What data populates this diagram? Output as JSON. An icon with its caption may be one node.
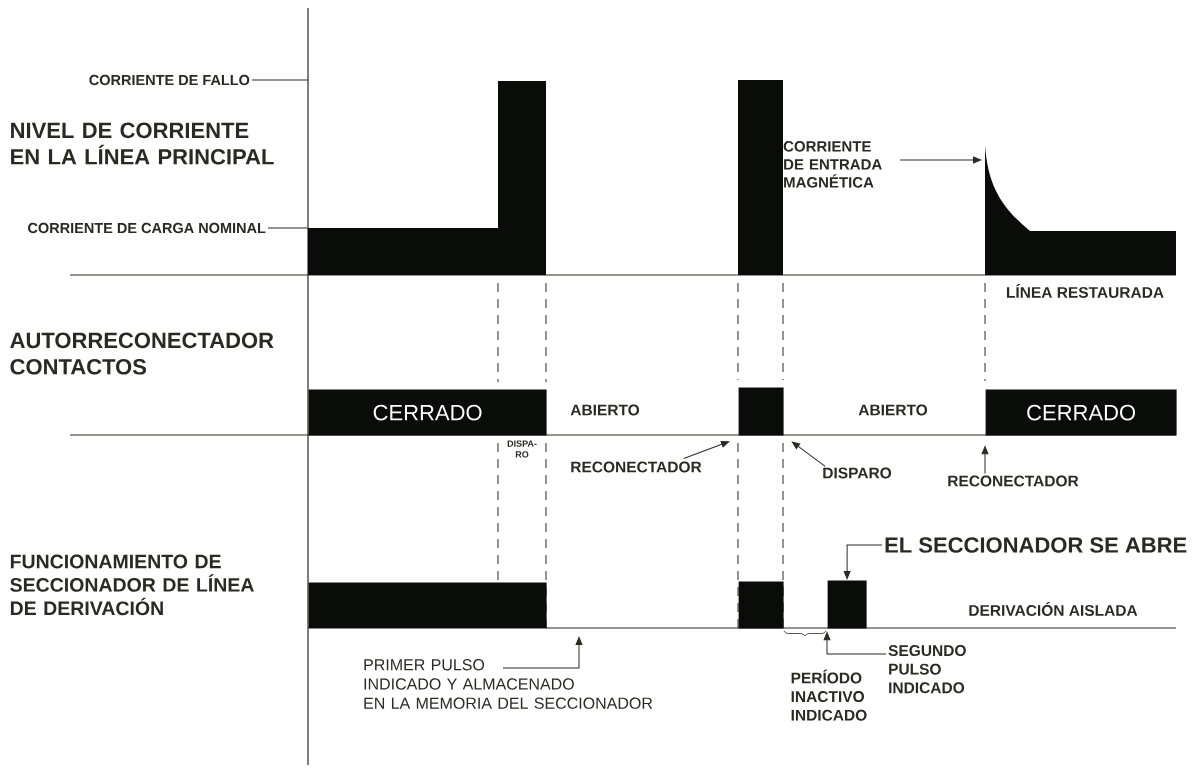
{
  "diagram": {
    "nodes": [
      {
        "text": [
          "CORRIENTE DE FALLO"
        ]
      },
      {
        "text": [
          "CORRIENTE DE CARGA NOMINAL"
        ]
      },
      {
        "text": [
          "CORRIENTE DE ENTRADA MAGNÉTICA"
        ]
      },
      {
        "text": [
          "CERRADO"
        ]
      },
      {
        "text": [],
        "shape": "bar"
      },
      {
        "text": [
          "CERRADO"
        ]
      },
      {
        "text": [
          "RECONECTADOR"
        ]
      },
      {
        "text": [
          "DISPARO"
        ]
      },
      {
        "text": [
          "RECONECTADOR"
        ]
      },
      {
        "text": [
          "EL SECCIONADOR SE ABRE"
        ]
      },
      {
        "text": [],
        "shape": "bar"
      },
      {
        "text": [],
        "shape": "bar"
      },
      {
        "text": [],
        "shape": "bar"
      },
      {
        "text": [
          "PRIMER PULSO INDICADO Y ALMACENADO EN LA MEMORIA DEL SECCIONADOR"
        ]
      },
      {
        "text": [
          "SEGUNDO PULSO INDICADO"
        ]
      }
    ],
    "edges": [
      {
        "from": 0,
        "to": null,
        "arrow": "none"
      },
      {
        "from": 1,
        "to": null,
        "arrow": "none"
      },
      {
        "from": 2,
        "to": null,
        "arrow": "to"
      },
      {
        "from": 6,
        "to": 4,
        "arrow": "to"
      },
      {
        "from": 7,
        "to": 4,
        "arrow": "to"
      },
      {
        "from": 8,
        "to": 5,
        "arrow": "to"
      },
      {
        "from": 9,
        "to": 12,
        "arrow": "to"
      },
      {
        "from": 13,
        "to": null,
        "arrow": "to"
      },
      {
        "from": 14,
        "to": 12,
        "arrow": "to"
      }
    ],
    "labels": [
      "NIVEL DE CORRIENTE EN LA LÍNEA PRINCIPAL",
      "LÍNEA RESTAURADA",
      "AUTORRECONECTADOR CONTACTOS",
      "ABIERTO",
      "ABIERTO",
      "DISPA- RO",
      "FUNCIONAMIENTO DE SECCIONADOR DE LÍNEA DE DERIVACIÓN",
      "DERIVACIÓN AISLADA",
      "PERÍODO INACTIVO INDICADO"
    ]
  }
}
